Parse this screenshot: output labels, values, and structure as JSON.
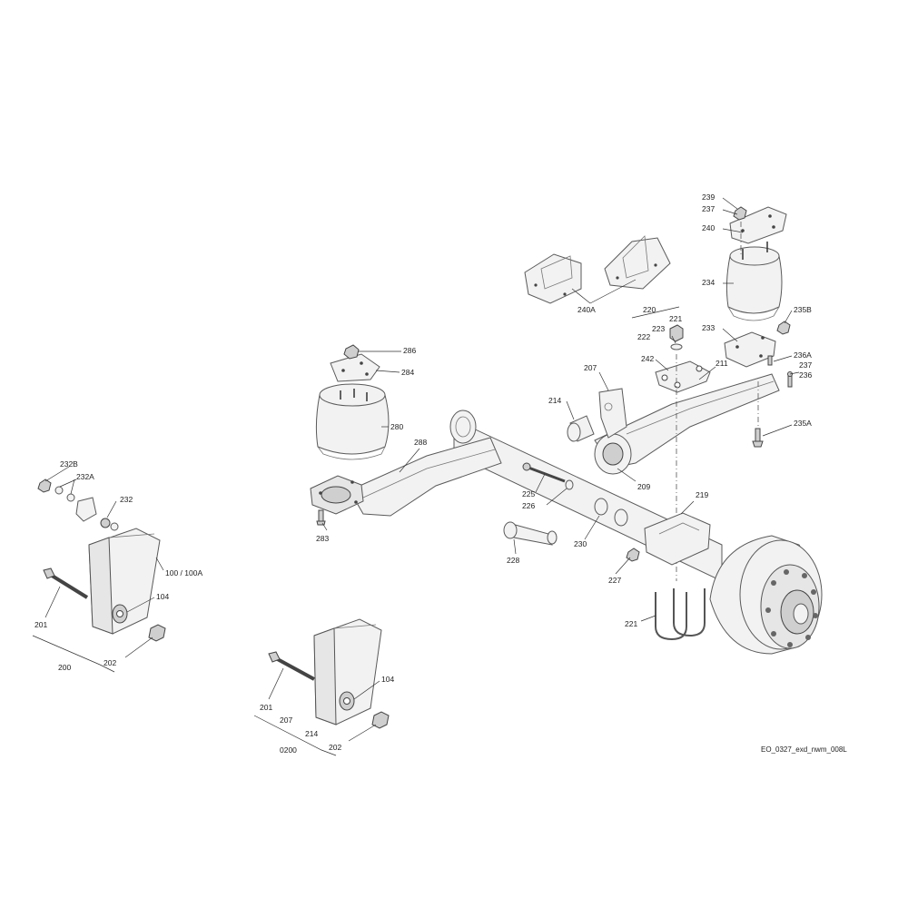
{
  "drawing_code": "EO_0327_exd_nwm_008L",
  "callouts": {
    "c239": "239",
    "c237a": "237",
    "c240": "240",
    "c234": "234",
    "c235b": "235B",
    "c233": "233",
    "c236a": "236A",
    "c237b": "237",
    "c236": "236",
    "c235a": "235A",
    "c240a": "240A",
    "c220": "220",
    "c221a": "221",
    "c223": "223",
    "c222": "222",
    "c242": "242",
    "c207a": "207",
    "c211": "211",
    "c214a": "214",
    "c209": "209",
    "c286": "286",
    "c284": "284",
    "c280": "280",
    "c288": "288",
    "c283": "283",
    "c225": "225",
    "c226": "226",
    "c228": "228",
    "c230": "230",
    "c219": "219",
    "c227": "227",
    "c221b": "221",
    "c232b": "232B",
    "c232a": "232A",
    "c232": "232",
    "c100": "100 / 100A",
    "c104a": "104",
    "c201a": "201",
    "c202a": "202",
    "c200": "200",
    "c104b": "104",
    "c201b": "201",
    "c207b": "207",
    "c214b": "214",
    "c202b": "202",
    "c0200": "0200"
  }
}
